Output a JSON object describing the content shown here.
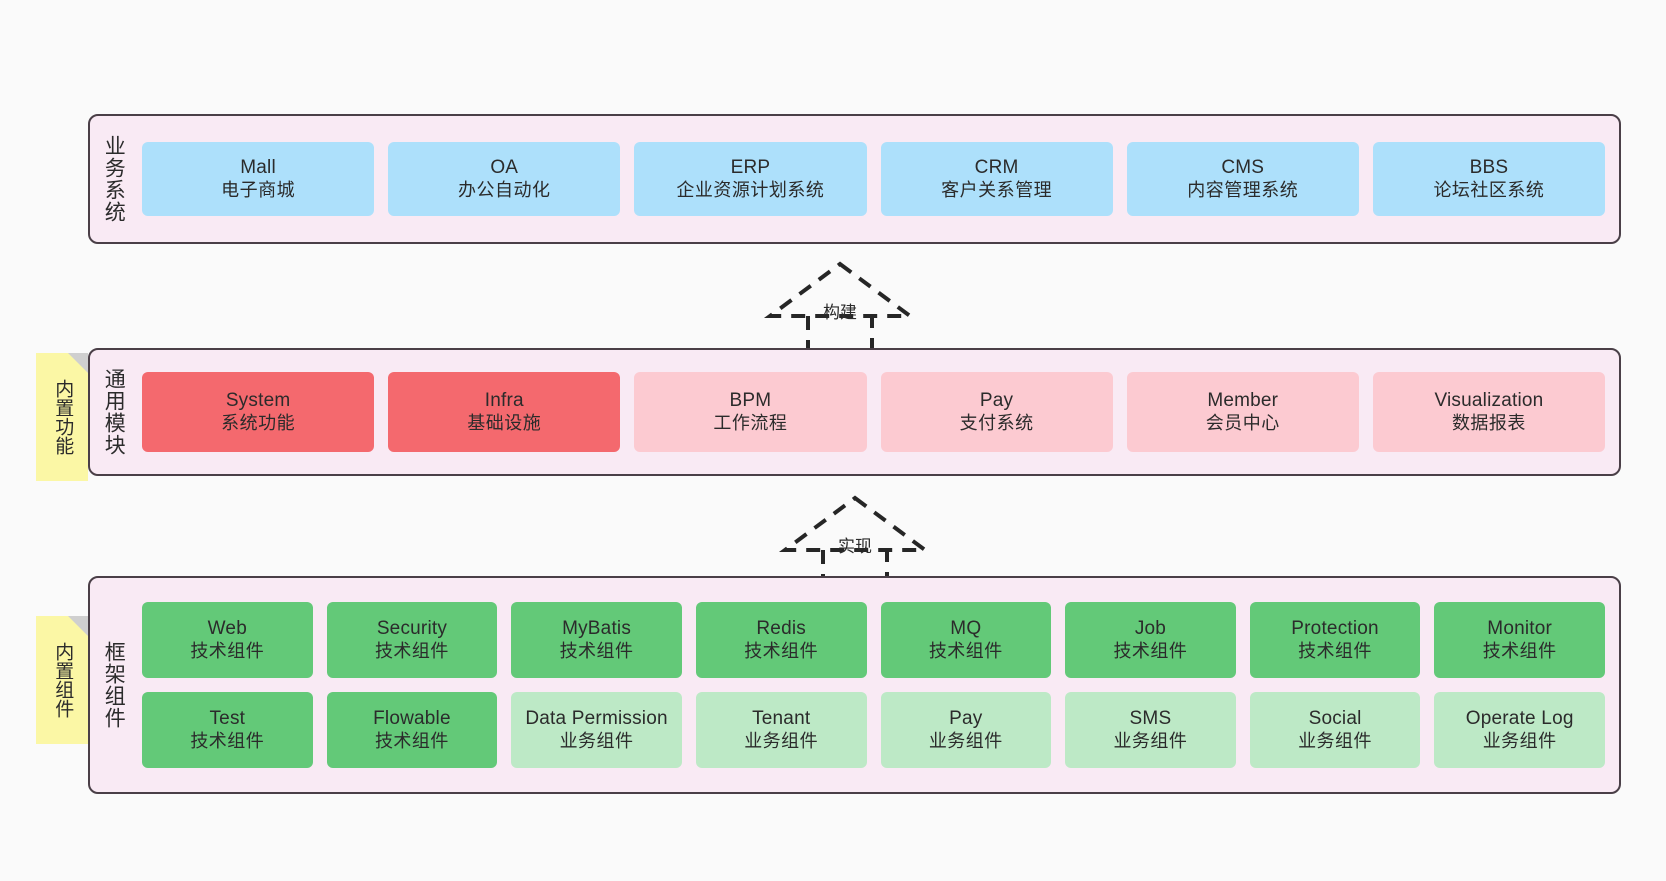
{
  "diagram": {
    "background_color": "#fafafa",
    "layer_bg": "#f9eaf4",
    "layer_border": "#4a3f47",
    "note_color": "#fbf7a5"
  },
  "business_layer": {
    "title": "业务系统",
    "node_color": "#ade0fb",
    "nodes": [
      {
        "name": "Mall",
        "sub": "电子商城"
      },
      {
        "name": "OA",
        "sub": "办公自动化"
      },
      {
        "name": "ERP",
        "sub": "企业资源计划系统"
      },
      {
        "name": "CRM",
        "sub": "客户关系管理"
      },
      {
        "name": "CMS",
        "sub": "内容管理系统"
      },
      {
        "name": "BBS",
        "sub": "论坛社区系统"
      }
    ]
  },
  "build_arrow": {
    "label": "构建",
    "style": "dashed-generalization"
  },
  "module_layer": {
    "title": "通用模块",
    "note": "内置功能",
    "node_color_primary": "#f4696e",
    "node_color_secondary": "#fccad1",
    "nodes": [
      {
        "name": "System",
        "sub": "系统功能",
        "color": "primary"
      },
      {
        "name": "Infra",
        "sub": "基础设施",
        "color": "primary"
      },
      {
        "name": "BPM",
        "sub": "工作流程",
        "color": "secondary"
      },
      {
        "name": "Pay",
        "sub": "支付系统",
        "color": "secondary"
      },
      {
        "name": "Member",
        "sub": "会员中心",
        "color": "secondary"
      },
      {
        "name": "Visualization",
        "sub": "数据报表",
        "color": "secondary"
      }
    ]
  },
  "implement_arrow": {
    "label": "实现",
    "style": "dashed-generalization"
  },
  "framework_layer": {
    "title": "框架组件",
    "note": "内置组件",
    "node_color_tech": "#63c978",
    "node_color_biz": "#bde9c6",
    "row1": [
      {
        "name": "Web",
        "sub": "技术组件",
        "color": "tech"
      },
      {
        "name": "Security",
        "sub": "技术组件",
        "color": "tech"
      },
      {
        "name": "MyBatis",
        "sub": "技术组件",
        "color": "tech"
      },
      {
        "name": "Redis",
        "sub": "技术组件",
        "color": "tech"
      },
      {
        "name": "MQ",
        "sub": "技术组件",
        "color": "tech"
      },
      {
        "name": "Job",
        "sub": "技术组件",
        "color": "tech"
      },
      {
        "name": "Protection",
        "sub": "技术组件",
        "color": "tech"
      },
      {
        "name": "Monitor",
        "sub": "技术组件",
        "color": "tech"
      }
    ],
    "row2": [
      {
        "name": "Test",
        "sub": "技术组件",
        "color": "tech"
      },
      {
        "name": "Flowable",
        "sub": "技术组件",
        "color": "tech"
      },
      {
        "name": "Data Permission",
        "sub": "业务组件",
        "color": "biz"
      },
      {
        "name": "Tenant",
        "sub": "业务组件",
        "color": "biz"
      },
      {
        "name": "Pay",
        "sub": "业务组件",
        "color": "biz"
      },
      {
        "name": "SMS",
        "sub": "业务组件",
        "color": "biz"
      },
      {
        "name": "Social",
        "sub": "业务组件",
        "color": "biz"
      },
      {
        "name": "Operate Log",
        "sub": "业务组件",
        "color": "biz"
      }
    ]
  }
}
